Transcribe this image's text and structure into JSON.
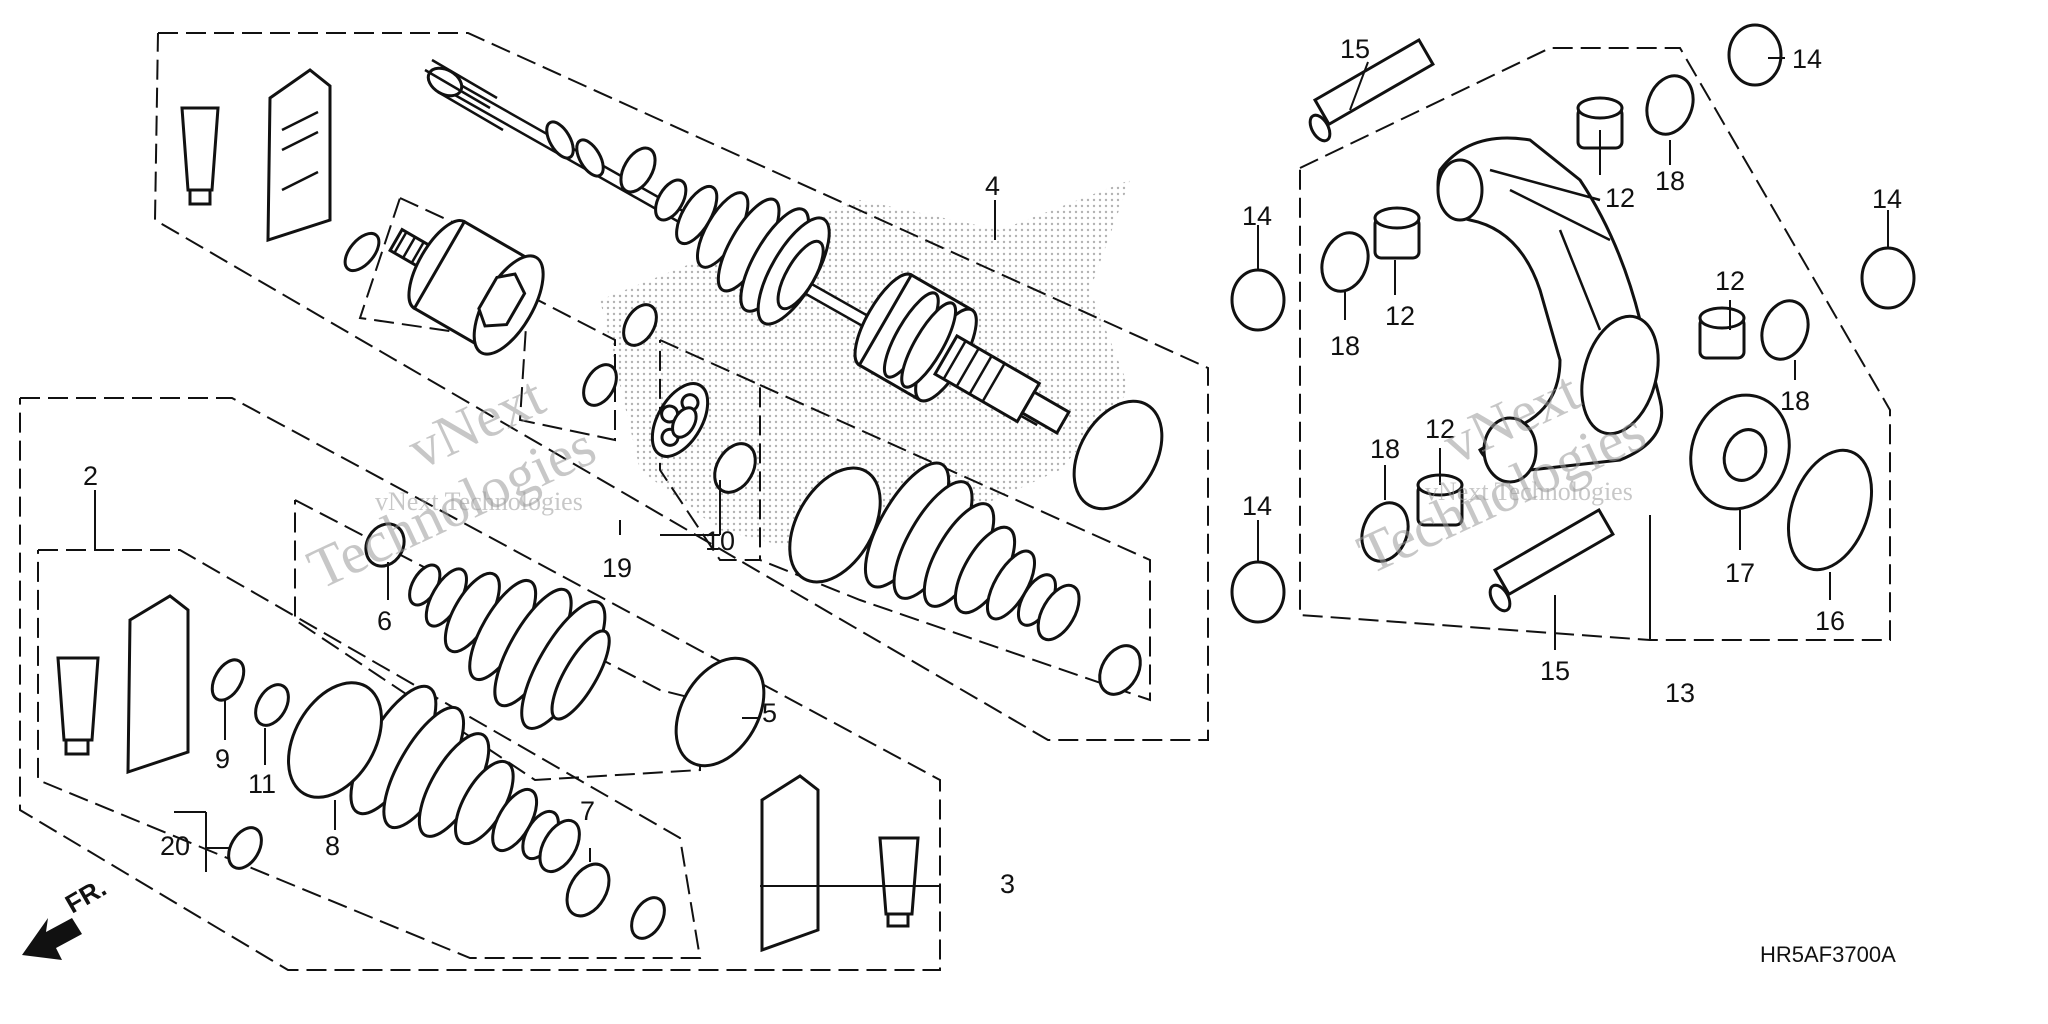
{
  "diagram": {
    "code": "HR5AF3700A",
    "front_label": "FR.",
    "watermark": "vNext Technologies",
    "watermark_big_1": "vNext",
    "watermark_big_2": "Technologies",
    "callouts": [
      "2",
      "3",
      "4",
      "5",
      "6",
      "7",
      "8",
      "9",
      "10",
      "11",
      "12",
      "12",
      "12",
      "12",
      "13",
      "14",
      "14",
      "14",
      "14",
      "15",
      "15",
      "16",
      "17",
      "18",
      "18",
      "18",
      "18",
      "19",
      "20"
    ]
  }
}
